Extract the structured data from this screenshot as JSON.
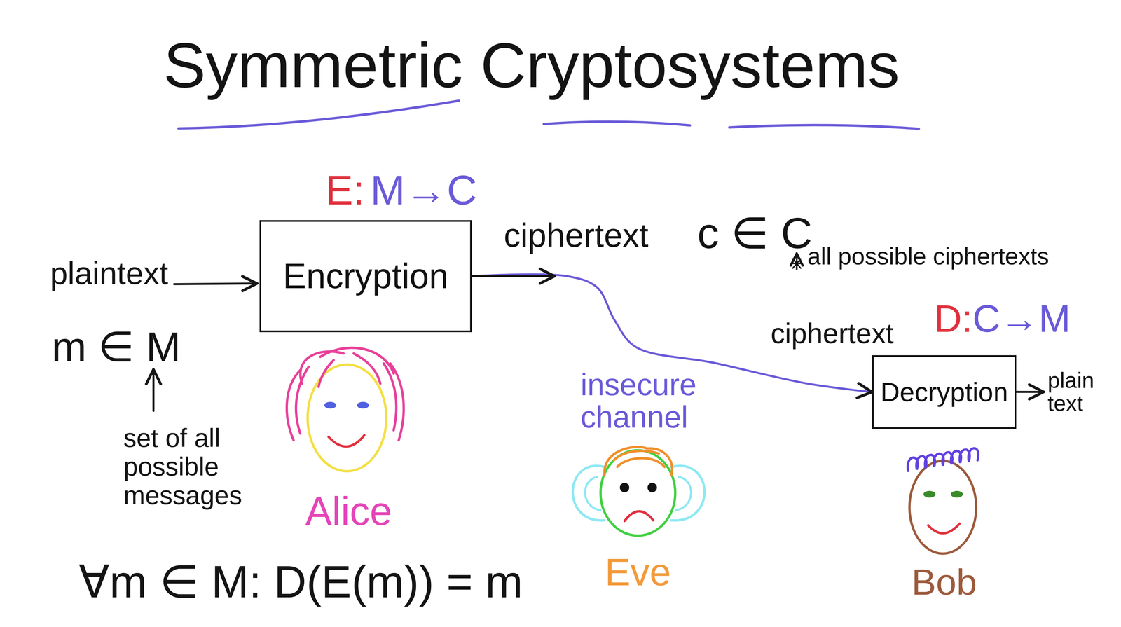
{
  "diagram": {
    "title": "Symmetric Cryptosystems",
    "nodes": [
      {
        "text": [
          "Encryption"
        ]
      },
      {
        "text": [
          "Decryption"
        ]
      }
    ],
    "edges": [
      {
        "from": 0,
        "to": 1,
        "arrow": "to"
      }
    ],
    "labels": [
      "E:",
      "M→C",
      "plaintext",
      "m ∈ M",
      "set of all possible messages",
      "ciphertext",
      "c ∈ C",
      "all possible ciphertexts",
      "ciphertext",
      "D:",
      "C→M",
      "plain text",
      "insecure channel",
      "Alice",
      "Eve",
      "Bob",
      "∀m ∈ M: D(E(m)) = m"
    ]
  }
}
